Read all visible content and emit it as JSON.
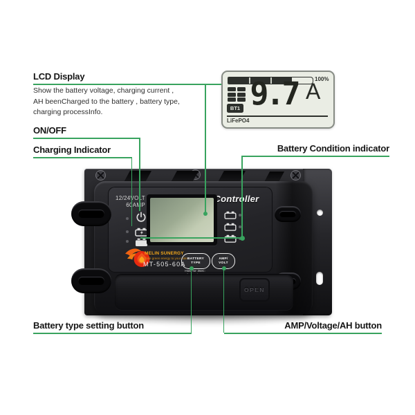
{
  "annotations": {
    "lcd": {
      "title": "LCD Display",
      "description": [
        "Show the battery voltage, charging current ,",
        "AH beenCharged to the battery , battery type,",
        "charging processInfo."
      ]
    },
    "power": {
      "title": "ON/OFF"
    },
    "charging": {
      "title": "Charging Indicator"
    },
    "battery_condition": {
      "title": "Battery Condition indicator"
    },
    "battery_type_button": {
      "title": "Battery type setting button"
    },
    "amp_button": {
      "title": "AMP/Voltage/AH button"
    }
  },
  "lcd_display": {
    "charge_percent": 75,
    "charge_percent_label": "100%",
    "battery_badge": "BT1",
    "reading_value": "9.7",
    "reading_unit": "A",
    "battery_type": "LiFePO4"
  },
  "controller": {
    "rating_line1": "12/24VOLT",
    "rating_line2": "60AMP",
    "title": "Solar Charge Controller",
    "brand": "MELIN SUNERGY",
    "tagline": "Take green energy to your side",
    "model": "MT-505-60A",
    "battery_button_line1": "BATTERY",
    "battery_button_line2": "TYPE",
    "amp_button_line1": "AMP/",
    "amp_button_line2": "VOLT",
    "hint_line1": "Hold for 3sec:",
    "hint_line2": "for settings",
    "open_label": "OPEN"
  },
  "colors": {
    "annotation_green": "#38a35e",
    "brand_orange": "#f2a71b",
    "lcd_background": "#eaede4",
    "lcd_segment": "#2d302c"
  }
}
